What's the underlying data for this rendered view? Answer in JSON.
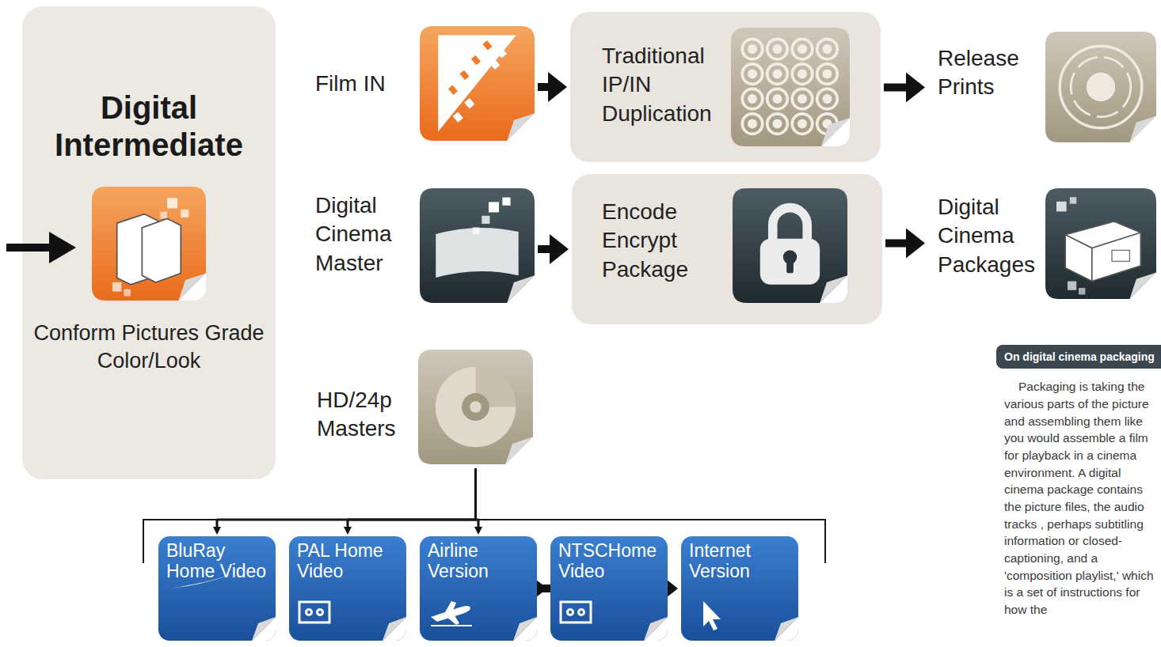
{
  "diagram": {
    "nodes": [
      {
        "text": [
          "Digital Intermediate",
          "Conform Pictures Grade Color/Look"
        ]
      },
      {
        "text": [
          "Film IN"
        ]
      },
      {
        "text": [
          "Traditional IP/IN Duplication"
        ]
      },
      {
        "text": [
          "Release Prints"
        ]
      },
      {
        "text": [
          "Digital Cinema Master"
        ]
      },
      {
        "text": [
          "Encode Encrypt Package"
        ]
      },
      {
        "text": [
          "Digital Cinema Packages"
        ]
      },
      {
        "text": [
          "HD/24p Masters"
        ]
      },
      {
        "text": [
          "BluRay Home Video"
        ]
      },
      {
        "text": [
          "PAL Home Video"
        ]
      },
      {
        "text": [
          "Airline Version"
        ]
      },
      {
        "text": [
          "NTSCHome Video"
        ]
      },
      {
        "text": [
          "Internet Version"
        ]
      },
      {
        "text": [
          "On digital cinema packaging",
          "Packaging is taking the various parts of the picture and assembling them like you would assemble a film for playback in a cinema environment. A digital cinema package contains the picture files, the audio tracks , perhaps subtitling information or closed-captioning, and a 'composition playlist,' which is a set of instructions for how the"
        ]
      }
    ],
    "edges": [
      {
        "from": 1,
        "to": 2,
        "arrow": "to"
      },
      {
        "from": 2,
        "to": 3,
        "arrow": "to"
      },
      {
        "from": 4,
        "to": 5,
        "arrow": "to"
      },
      {
        "from": 5,
        "to": 6,
        "arrow": "to"
      },
      {
        "from": 7,
        "to": 8,
        "arrow": "to"
      },
      {
        "from": 7,
        "to": 9,
        "arrow": "to"
      },
      {
        "from": 7,
        "to": 10,
        "arrow": "to"
      },
      {
        "from": 7,
        "to": 11,
        "arrow": "to"
      },
      {
        "from": 7,
        "to": 12,
        "arrow": "to"
      }
    ]
  }
}
